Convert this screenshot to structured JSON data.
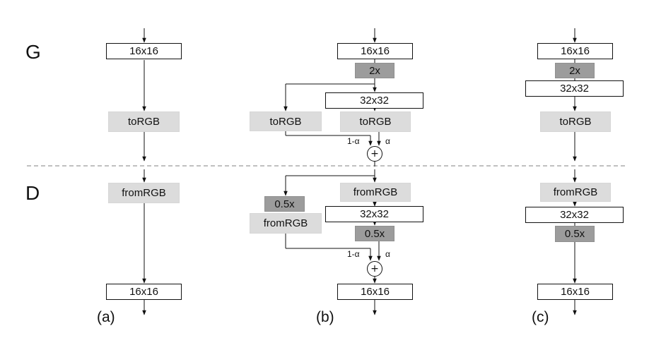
{
  "rows": {
    "generator": "G",
    "discriminator": "D"
  },
  "panels": {
    "a": "(a)",
    "b": "(b)",
    "c": "(c)"
  },
  "blocks": {
    "res16": "16x16",
    "res32": "32x32",
    "upsample": "2x",
    "downsample": "0.5x",
    "to_rgb": "toRGB",
    "from_rgb": "fromRGB"
  },
  "mix": {
    "old_weight": "1-α",
    "new_weight": "α",
    "sum": "+"
  },
  "colors": {
    "rgb_fill": "#dcdcdc",
    "scale_fill": "#9c9c9c",
    "separator": "#9a9a9a"
  }
}
